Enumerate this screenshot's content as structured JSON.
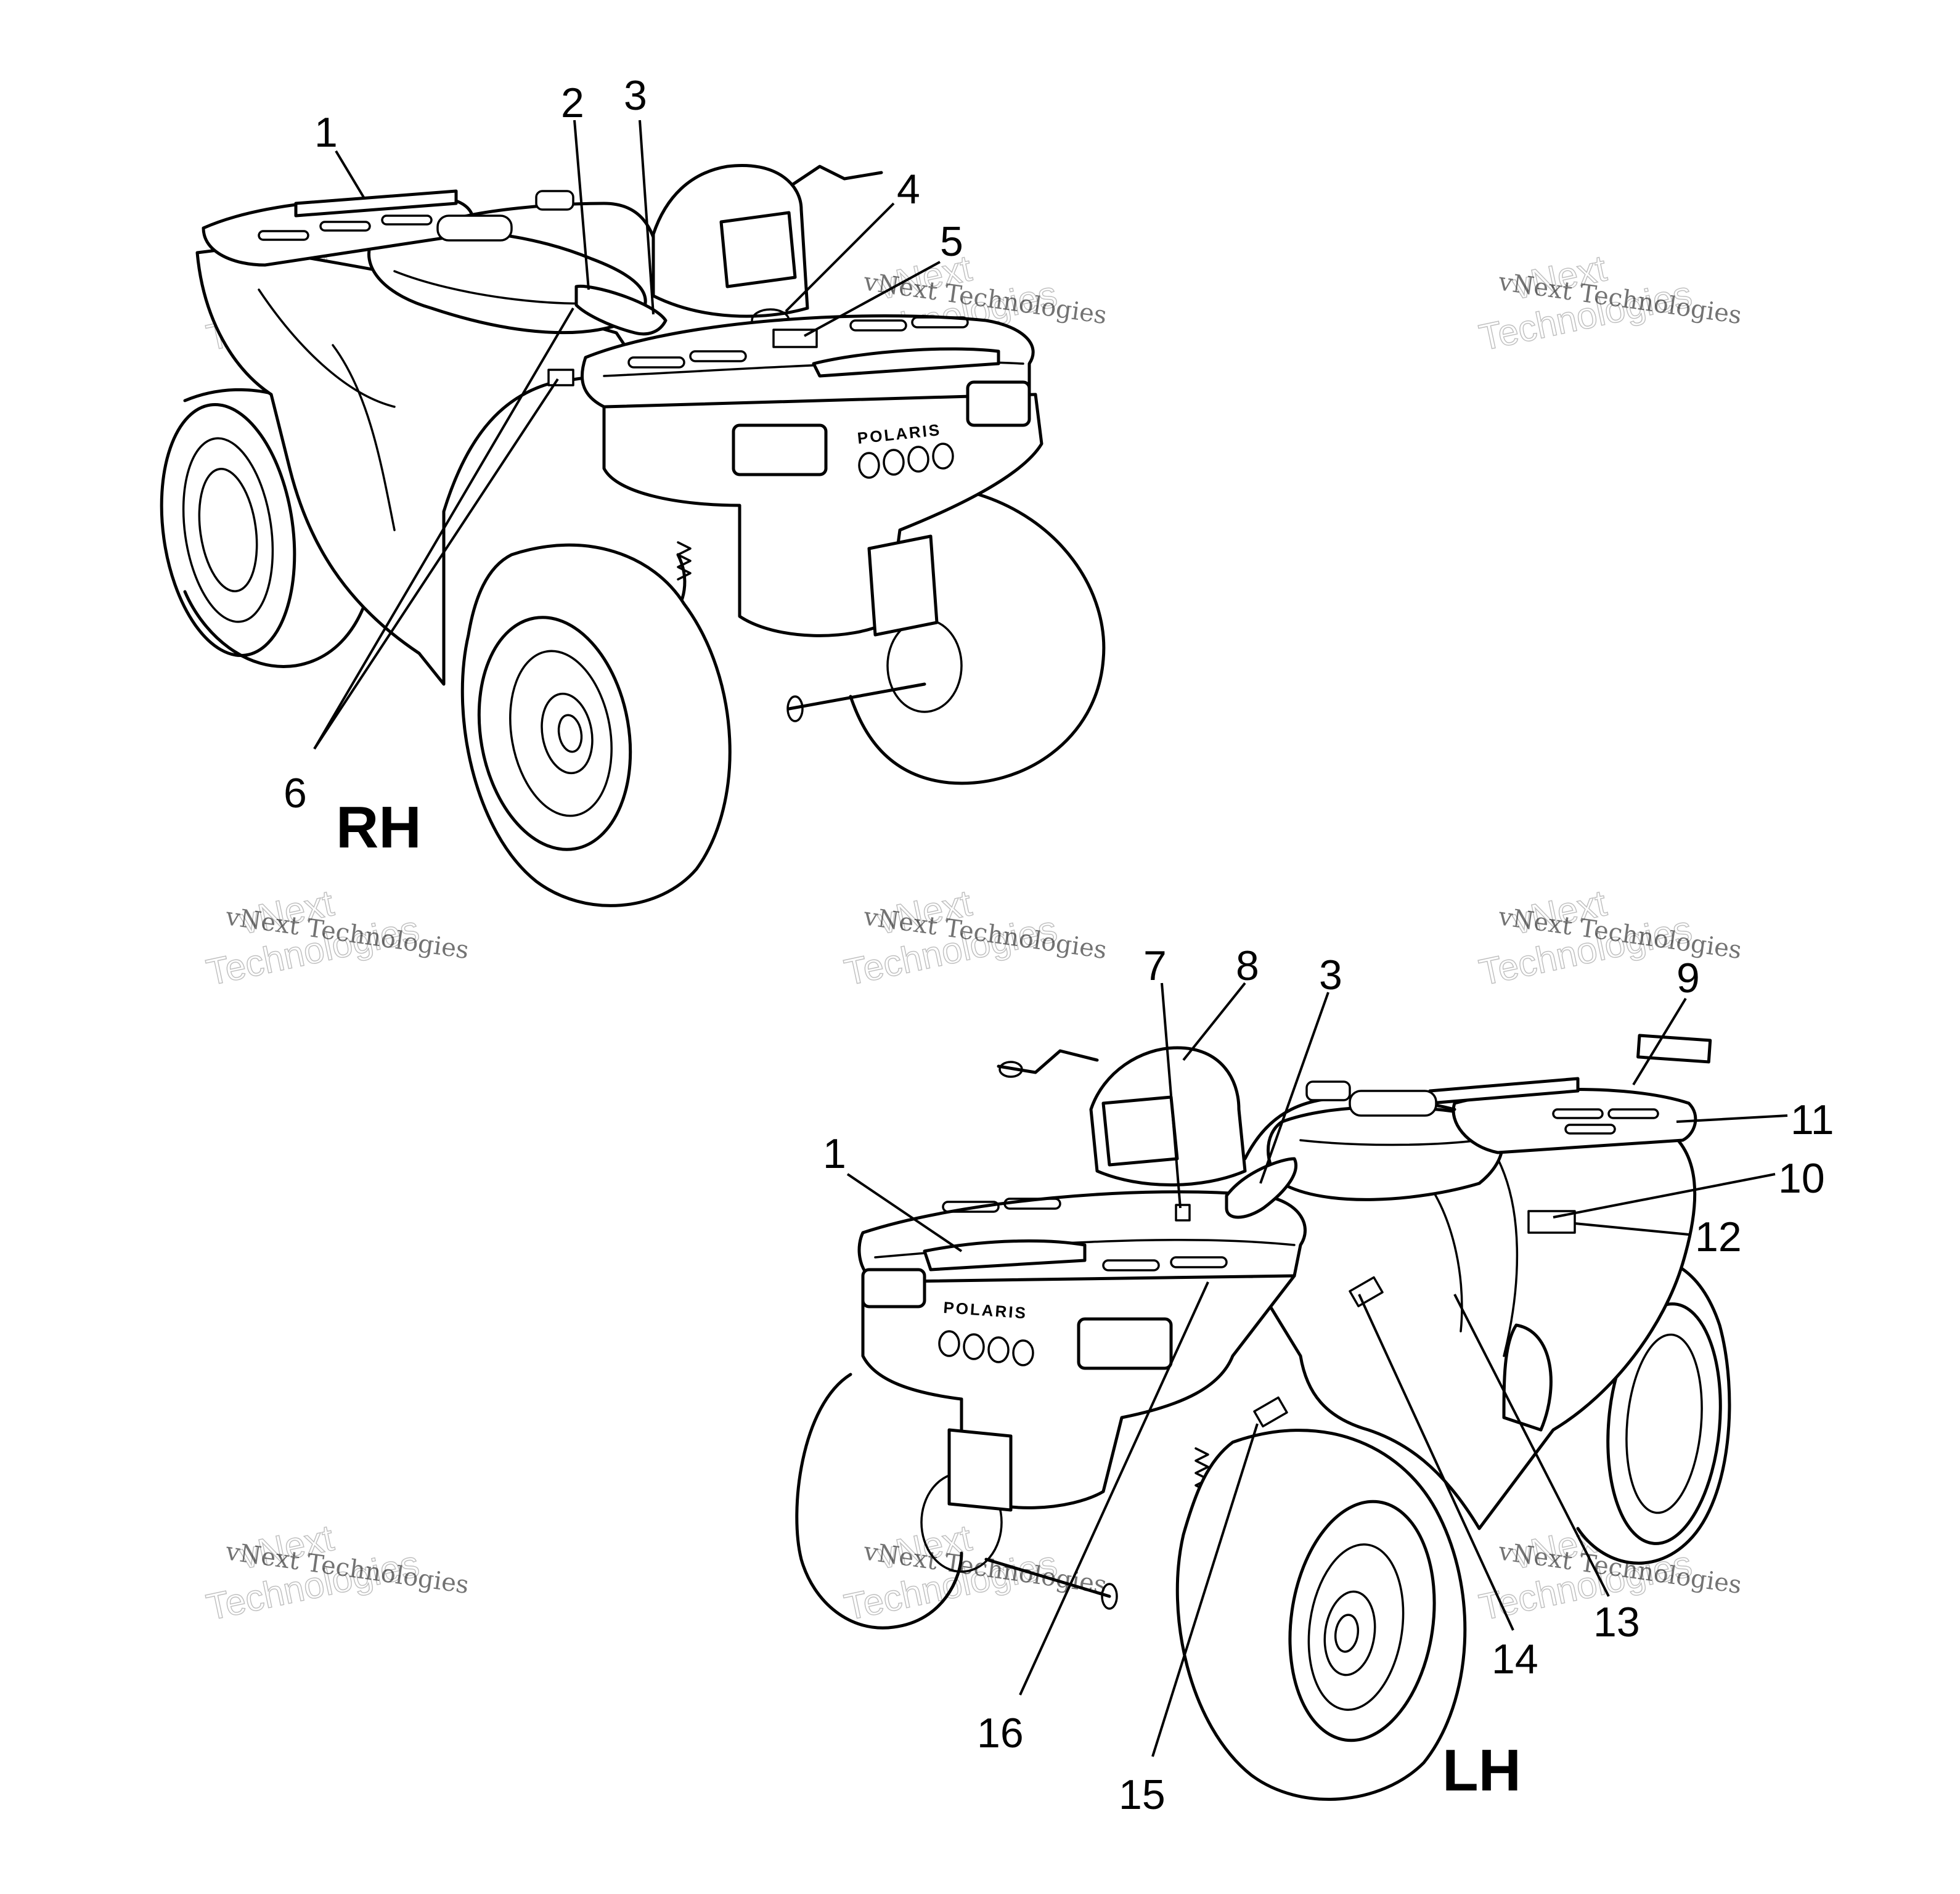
{
  "views": {
    "rh": {
      "label": "RH"
    },
    "lh": {
      "label": "LH"
    }
  },
  "brand_text": "POLARIS",
  "watermark": {
    "small": "vNext Technologies",
    "large_top": "vNext",
    "large_bottom": "Technologies"
  },
  "callouts": {
    "rh": [
      "1",
      "2",
      "3",
      "4",
      "5",
      "6"
    ],
    "lh": [
      "7",
      "8",
      "3",
      "9",
      "11",
      "1",
      "10",
      "12",
      "13",
      "14",
      "16",
      "15"
    ]
  }
}
